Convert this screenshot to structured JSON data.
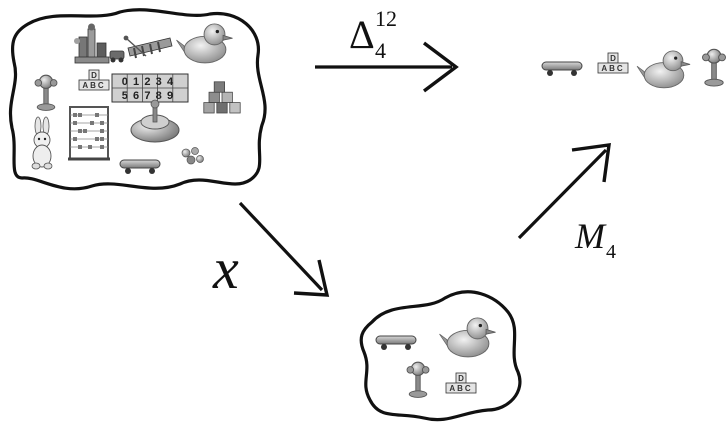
{
  "diagram": {
    "arrow_top": {
      "symbol": "Δ",
      "subscript": "4",
      "superscript": "12"
    },
    "arrow_left": {
      "symbol": "x"
    },
    "arrow_right": {
      "symbol": "M",
      "subscript": "4"
    },
    "big_cloud": {
      "number_blocks_row1": "01234",
      "number_blocks_row2": "56789",
      "abc_block_top": "D",
      "abc_block_bottom": "ABC"
    },
    "small_cloud": {
      "abc_block_top": "D",
      "abc_block_bottom": "ABC"
    },
    "result_row": {
      "abc_block_top": "D",
      "abc_block_bottom": "ABC"
    },
    "colors": {
      "outline": "#111111",
      "toy_gray": "#9a9a9a",
      "toy_light": "#cfcfcf",
      "toy_dark": "#555555"
    }
  }
}
